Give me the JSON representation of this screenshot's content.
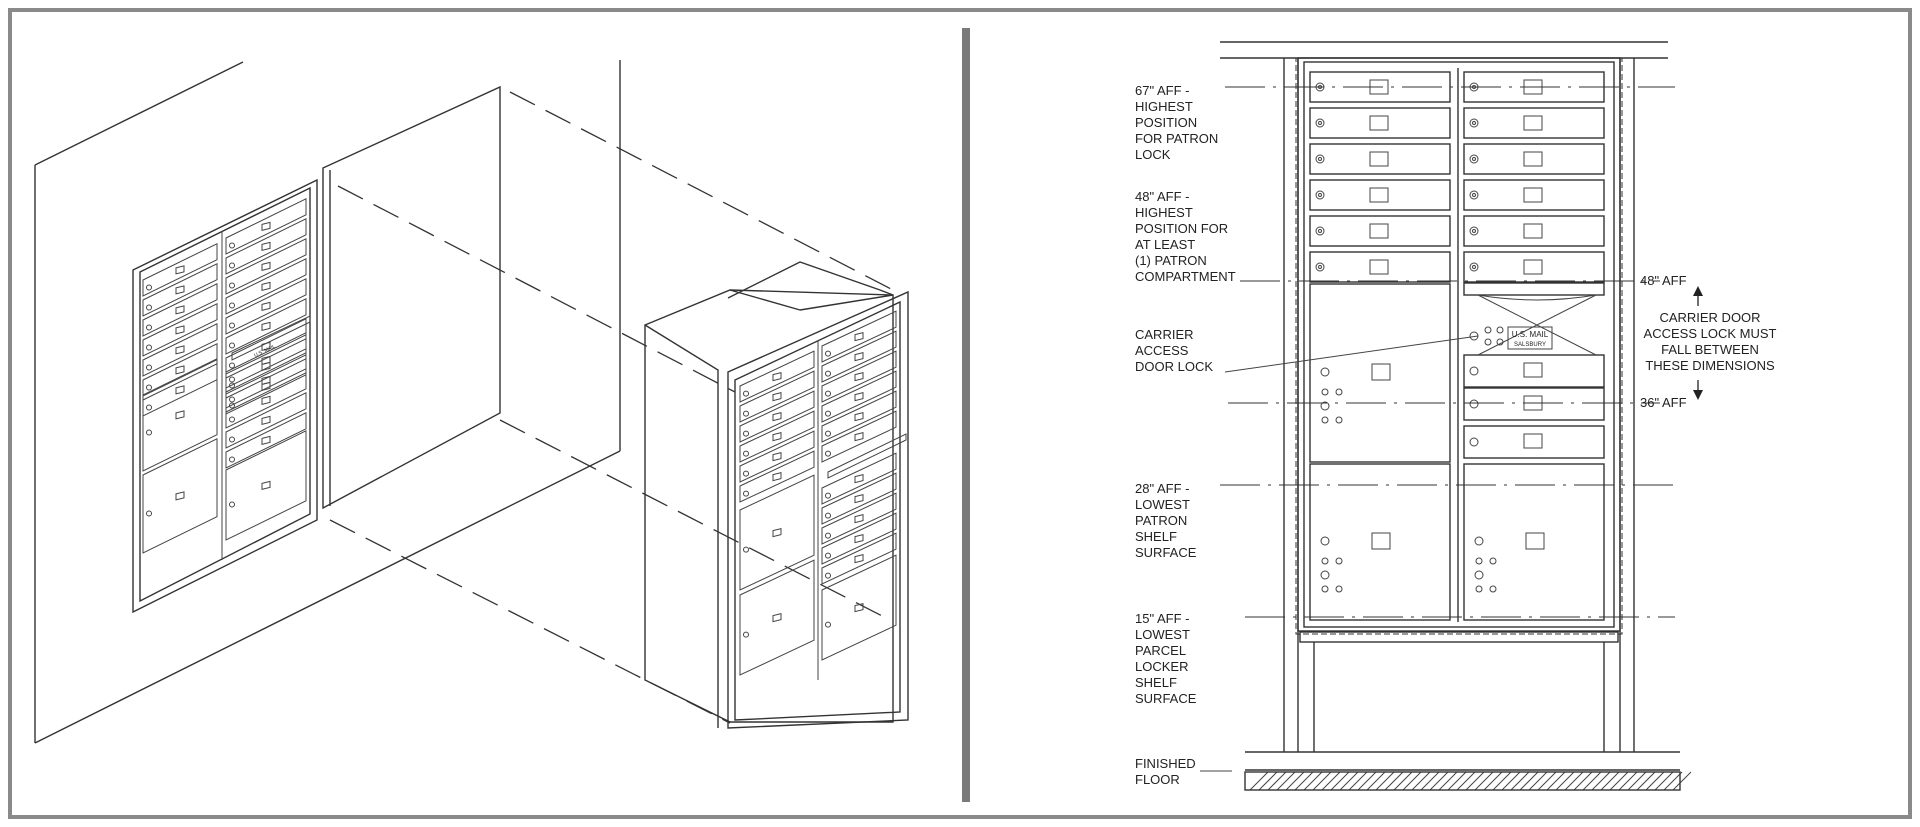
{
  "left_panel": {
    "label_plates": [
      "U.S. MAIL",
      "SALSBURY"
    ]
  },
  "right_panel": {
    "annotations": {
      "patron_lock": [
        "67\" AFF -",
        "HIGHEST",
        "POSITION",
        "FOR PATRON",
        "LOCK"
      ],
      "patron_compartment": [
        "48\" AFF -",
        "HIGHEST",
        "POSITION FOR",
        "AT LEAST",
        "(1) PATRON",
        "COMPARTMENT"
      ],
      "carrier_lock": [
        "CARRIER",
        "ACCESS",
        "DOOR LOCK"
      ],
      "patron_shelf": [
        "28\" AFF -",
        "LOWEST",
        "PATRON",
        "SHELF",
        "SURFACE"
      ],
      "locker_shelf": [
        "15\" AFF -",
        "LOWEST",
        "PARCEL",
        "LOCKER",
        "SHELF",
        "SURFACE"
      ],
      "floor": [
        "FINISHED",
        "FLOOR"
      ]
    },
    "dimension_48": "48\" AFF",
    "dimension_36": "36\" AFF",
    "carrier_note": [
      "CARRIER DOOR",
      "ACCESS LOCK MUST",
      "FALL BETWEEN",
      "THESE DIMENSIONS"
    ],
    "plate_line1": "U.S. MAIL",
    "plate_line2": "SALSBURY"
  }
}
